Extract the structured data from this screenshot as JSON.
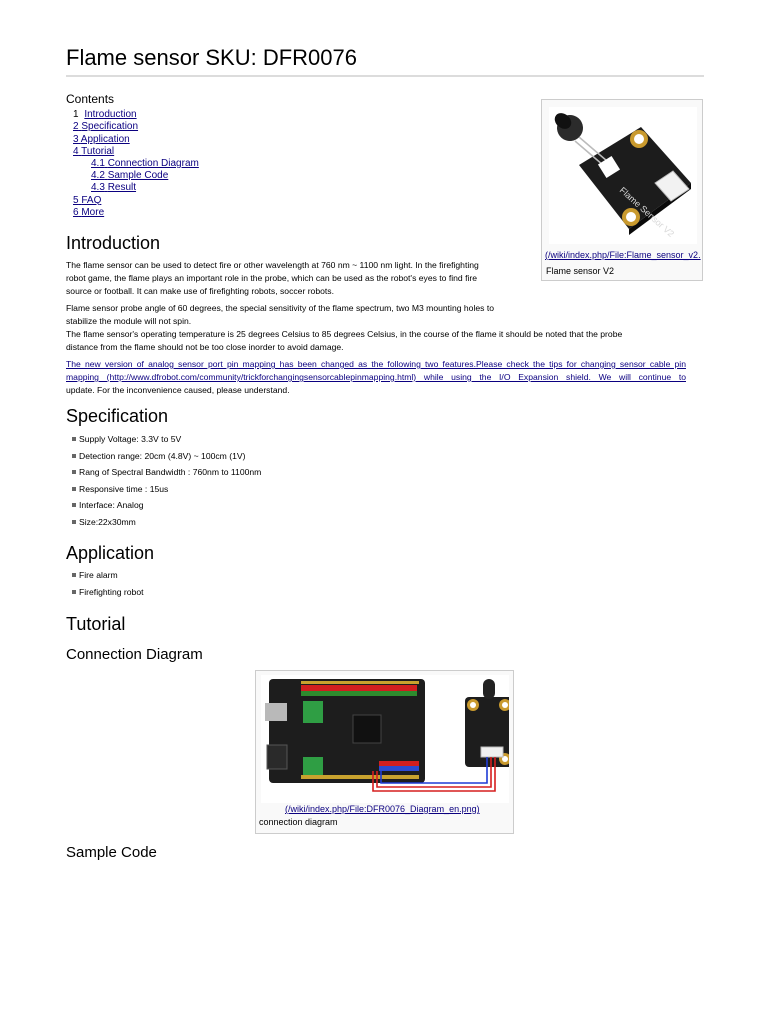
{
  "page": {
    "title": "Flame sensor SKU: DFR0076"
  },
  "toc": {
    "title": "Contents",
    "items": [
      {
        "num": "1",
        "label": "Introduction",
        "level": 1
      },
      {
        "num": "2",
        "label": "Specification",
        "level": 1
      },
      {
        "num": "3",
        "label": "Application",
        "level": 1
      },
      {
        "num": "4",
        "label": "Tutorial",
        "level": 1
      },
      {
        "num": "4.1",
        "label": "Connection Diagram",
        "level": 2
      },
      {
        "num": "4.2",
        "label": "Sample Code",
        "level": 2
      },
      {
        "num": "4.3",
        "label": "Result",
        "level": 2
      },
      {
        "num": "5",
        "label": "FAQ",
        "level": 1
      },
      {
        "num": "6",
        "label": "More",
        "level": 1
      }
    ]
  },
  "thumbnail": {
    "link": "(/wiki/index.php/File:Flame_sensor_v2.",
    "caption": "Flame sensor V2",
    "board_label": "Flame Sensor V2"
  },
  "introduction": {
    "heading": "Introduction",
    "para1_line1": "The flame sensor can be used to detect fire or other wavelength at 760 nm ~ 1100 nm light. In the firefighting",
    "para1_line2": "robot game, the flame plays an important role in the probe, which can be used as the robot's eyes to find fire",
    "para1_line3": "source or football. It can make use of firefighting robots, soccer robots.",
    "para2_line1": "Flame sensor probe angle of 60 degrees, the special sensitivity of the flame spectrum, two M3 mounting holes to",
    "para2_line2": "stabilize the module will not spin.",
    "para2_line3": "The flame sensor's operating temperature is 25 degrees Celsius to 85 degrees Celsius, in the course of the flame it should be noted that the probe",
    "para2_line4": "distance from the flame should not be too close inorder to avoid damage.",
    "note_line1": "The new version of analog sensor port pin mapping has been changed as the following two features.Please check the tips for changing sensor cable pin",
    "note_line2": "mapping (http://www.dfrobot.com/community/trickforchangingsensorcablepinmapping.html) while using the I/O Expansion shield. We will continue to",
    "note_line3": "update. For the inconvenience caused, please understand."
  },
  "specification": {
    "heading": "Specification",
    "items": [
      "Supply Voltage: 3.3V to 5V",
      "Detection range: 20cm (4.8V) ~ 100cm (1V)",
      "Rang of Spectral Bandwidth : 760nm to 1100nm",
      "Responsive time : 15us",
      "Interface: Analog",
      "Size:22x30mm"
    ]
  },
  "application": {
    "heading": "Application",
    "items": [
      "Fire alarm",
      "Firefighting robot"
    ]
  },
  "tutorial": {
    "heading": "Tutorial",
    "connection_heading": "Connection Diagram",
    "diagram_link": "(/wiki/index.php/File:DFR0076_Diagram_en.png)",
    "diagram_caption": "connection diagram",
    "sample_code_heading": "Sample Code"
  }
}
